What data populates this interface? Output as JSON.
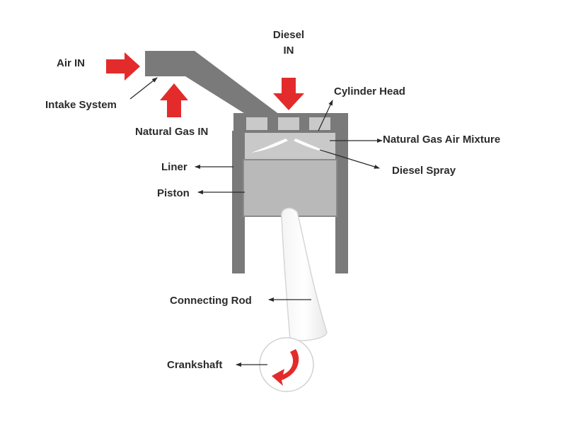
{
  "labels": {
    "air_in": "Air IN",
    "intake_system": "Intake System",
    "natural_gas_in": "Natural Gas IN",
    "diesel": "Diesel",
    "diesel_in": "IN",
    "cylinder_head": "Cylinder Head",
    "natural_gas_air_mixture": "Natural Gas Air Mixture",
    "diesel_spray": "Diesel Spray",
    "liner": "Liner",
    "piston": "Piston",
    "connecting_rod": "Connecting Rod",
    "crankshaft": "Crankshaft"
  },
  "colors": {
    "flow_arrow": "#e32b2b",
    "engine_metal": "#7a7a7a",
    "chamber": "#c9c9c9",
    "piston": "#b9b9b9",
    "label_text": "#2b2b2b"
  }
}
